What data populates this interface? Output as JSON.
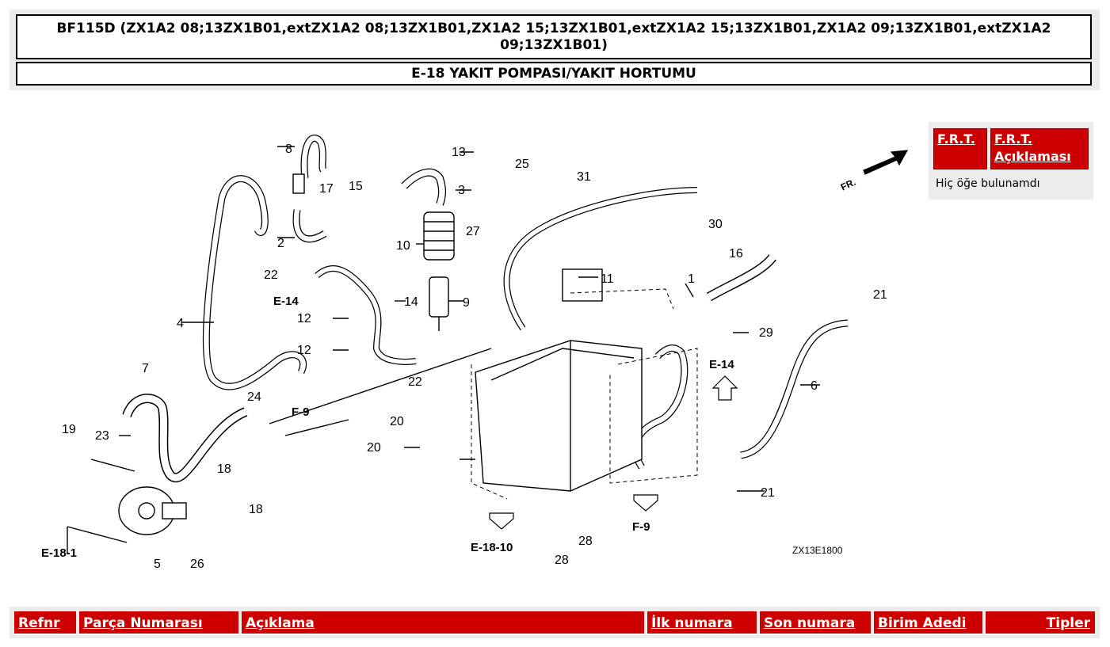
{
  "header": {
    "model_line": "BF115D (ZX1A2 08;13ZX1B01,extZX1A2 08;13ZX1B01,ZX1A2 15;13ZX1B01,extZX1A2 15;13ZX1B01,ZX1A2 09;13ZX1B01,extZX1A2 09;13ZX1B01)",
    "group_title": "E-18 YAKIT POMPASI/YAKIT HORTUMU"
  },
  "diagram": {
    "callouts": [
      "1",
      "2",
      "3",
      "4",
      "5",
      "6",
      "7",
      "8",
      "9",
      "10",
      "11",
      "12",
      "12",
      "13",
      "14",
      "15",
      "16",
      "17",
      "18",
      "18",
      "19",
      "20",
      "20",
      "21",
      "21",
      "22",
      "22",
      "23",
      "24",
      "25",
      "26",
      "27",
      "28",
      "28",
      "29",
      "30",
      "31"
    ],
    "references": [
      "E-14",
      "E-14",
      "F-9",
      "F-9",
      "E-18-1",
      "E-18-10"
    ],
    "direction_label": "FR.",
    "drawing_code": "ZX13E1800"
  },
  "frt": {
    "col1": "F.R.T.",
    "col2": "F.R.T. Açıklaması",
    "empty_text": "Hiç öğe bulunamdı"
  },
  "table": {
    "headers": {
      "ref": "Refnr",
      "part_number": "Parça Numarası",
      "description": "Açıklama",
      "first_number": "İlk numara",
      "last_number": "Son numara",
      "unit_qty": "Birim Adedi",
      "types": "Tipler"
    }
  },
  "colors": {
    "header_red": "#cc0000",
    "panel_gray": "#ececec"
  }
}
